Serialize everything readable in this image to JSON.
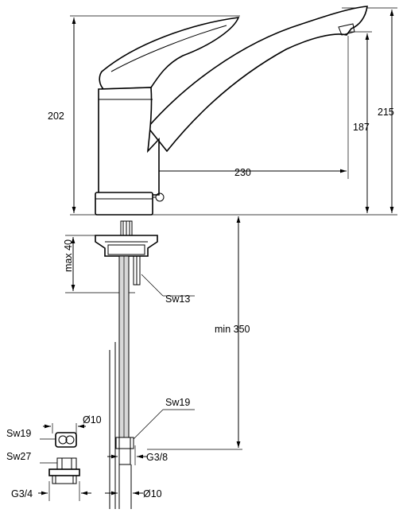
{
  "dimensions": {
    "height_202": "202",
    "height_215": "215",
    "height_187": "187",
    "reach_230": "230",
    "max_40": "max 40",
    "min_350": "min 350",
    "sw13": "Sw13",
    "sw19_hose": "Sw19",
    "sw19_nut": "Sw19",
    "sw27": "Sw27",
    "dia10_top": "Ø10",
    "g38": "G3/8",
    "g34": "G3/4",
    "dia10_bottom": "Ø10"
  }
}
